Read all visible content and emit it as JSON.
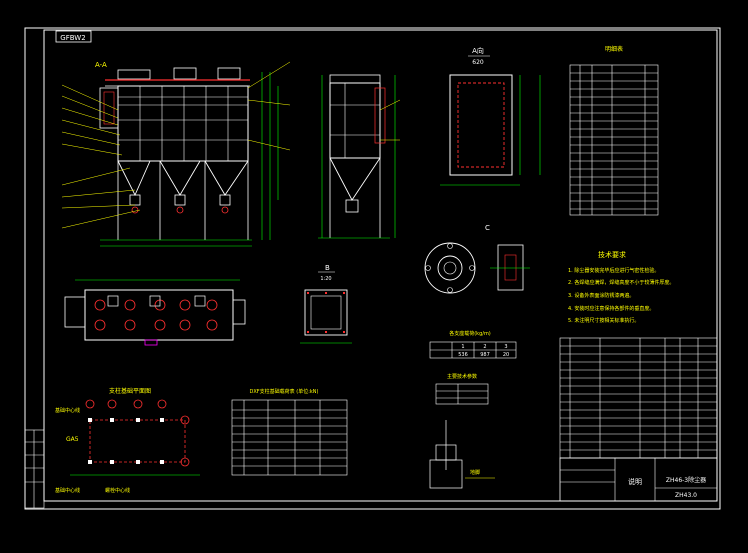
{
  "drawing": {
    "background": "#000000",
    "colors": {
      "frame": "#ffffff",
      "dimension": "#00ff00",
      "structure": "#ffffff",
      "hidden": "#ff3030",
      "leader": "#ffff00",
      "accent": "#ff00ff",
      "text": "#ffffff"
    },
    "title_tag": "GFBW2",
    "front_view_label": "A-A",
    "plan_view_label": "A向",
    "plan_view_scale": "620",
    "detail_view_label": "C",
    "section_view_label": "B",
    "section_view_scale": "1:20",
    "anchor_label": "地脚",
    "foundation_title": "支柱基础平面图",
    "foundation_dim": "GA5",
    "foundation_left_label_top": "基础中心线",
    "foundation_left_label_bottom": "基础中心线",
    "foundation_bottom_label": "螺栓中心线",
    "tech_title": "技术要求",
    "tech_notes": [
      "1. 除尘器安装完毕后应进行气密性检验。",
      "2. 各焊缝应满焊，焊缝高度不小于较薄件厚度。",
      "3. 设备外表面涂防锈漆两遍。",
      "4. 安装时应注意保持各部件的垂直度。",
      "5. 未注明尺寸按相关标准执行。"
    ],
    "small_table_title": "各支座载荷(kg/m)",
    "small_table_rows": [
      [
        "1",
        "2",
        "3"
      ],
      [
        "536",
        "987",
        "20"
      ]
    ],
    "mini_table_title": "主要技术参数",
    "load_table_title": "DXF支柱基础载荷表 (单位:kN)",
    "parts_table_title": "明细表",
    "title_block_name": "说明",
    "title_block_drawing": "ZH46-3除尘器",
    "title_block_number": "ZH43.0"
  }
}
